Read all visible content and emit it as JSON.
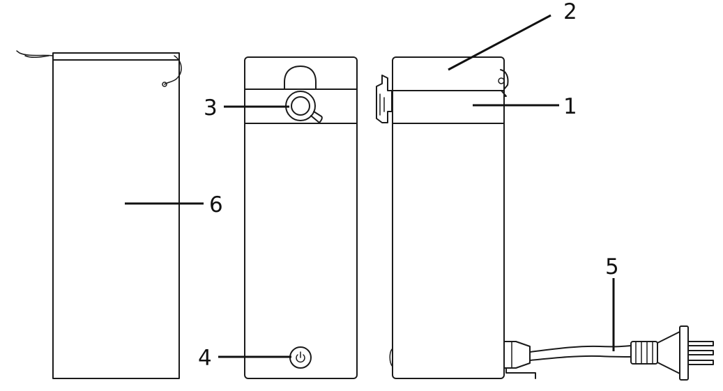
{
  "callouts": {
    "battery_body": "1",
    "top_cover": "2",
    "key_lock": "3",
    "power_button": "4",
    "charger_cable": "5",
    "storage_bag": "6"
  },
  "colors": {
    "stroke": "#1a1a1a",
    "background": "#ffffff"
  }
}
